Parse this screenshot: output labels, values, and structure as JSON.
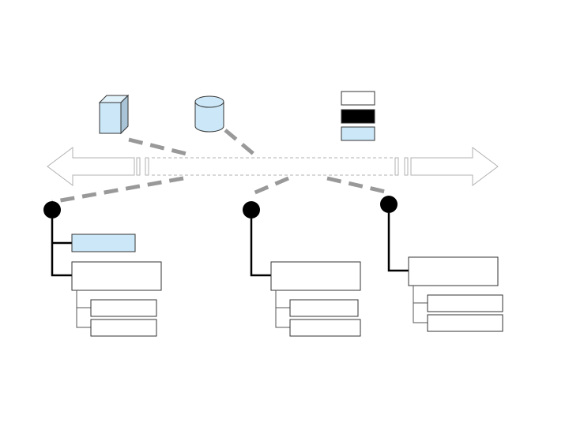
{
  "colors": {
    "background": "#ffffff",
    "light_blue": "#cce8f8",
    "server_side": "#a9c4d6",
    "server_top": "#e2f2fb",
    "outline": "#333333",
    "bus_stroke": "#b0b0b0",
    "dashed_connector": "#999999",
    "node_fill": "#000000",
    "tree_line": "#000000",
    "thin_tree_line": "#555555",
    "legend_black": "#000000",
    "legend_white": "#ffffff"
  },
  "icons": {
    "server": "server-box-icon",
    "database": "database-cylinder-icon",
    "legend": "stacked-legend-swatches",
    "bus": "double-headed-arrow-bus"
  },
  "nodes": [
    {
      "name": "node-left",
      "boxes": 4,
      "highlighted_first": true
    },
    {
      "name": "node-middle",
      "boxes": 3,
      "highlighted_first": false
    },
    {
      "name": "node-right",
      "boxes": 3,
      "highlighted_first": false
    }
  ],
  "legend": {
    "swatches": [
      "white",
      "black",
      "light-blue"
    ]
  }
}
